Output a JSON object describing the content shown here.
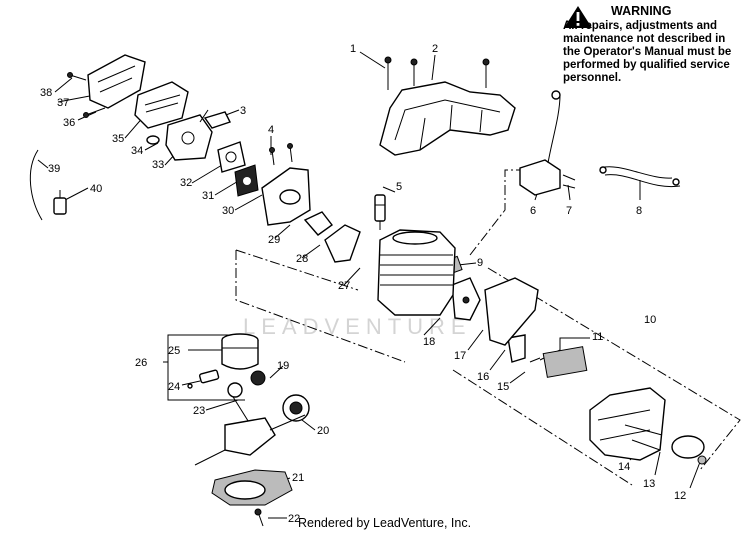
{
  "warning": {
    "title": "WARNING",
    "text": "All repairs, adjustments and maintenance not described in the Operator's Manual must be performed by qualified service personnel."
  },
  "watermark": "LEADVENTURE",
  "footer": "Rendered by LeadVenture, Inc.",
  "callouts": [
    "1",
    "2",
    "3",
    "4",
    "5",
    "6",
    "7",
    "8",
    "9",
    "10",
    "11",
    "12",
    "13",
    "14",
    "15",
    "16",
    "17",
    "18",
    "19",
    "20",
    "21",
    "22",
    "23",
    "24",
    "25",
    "26",
    "27",
    "28",
    "29",
    "30",
    "31",
    "32",
    "33",
    "34",
    "35",
    "36",
    "37",
    "38",
    "39",
    "40"
  ]
}
